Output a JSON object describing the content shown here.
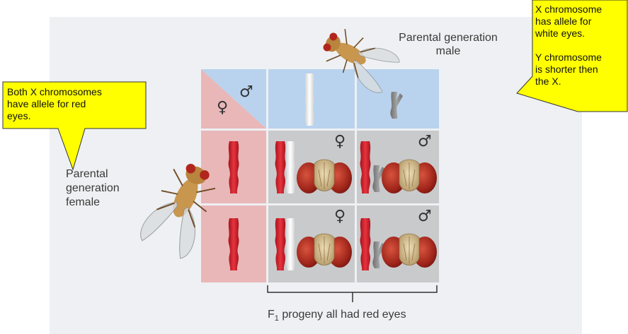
{
  "labels": {
    "male_parent": [
      "Parental generation",
      "male"
    ],
    "female_parent": [
      "Parental",
      "generation",
      "female"
    ],
    "progeny": {
      "prefix": "F",
      "subscript": "1",
      "suffix": " progeny all had red eyes"
    }
  },
  "callouts": {
    "left": [
      "Both X chromosomes",
      "have allele for red",
      "eyes."
    ],
    "right": [
      "X chromosome",
      "has allele for",
      "white eyes.",
      "",
      "Y chromosome",
      "is shorter then",
      "the X."
    ]
  },
  "symbols": {
    "male": "♂",
    "female": "♀"
  },
  "colors": {
    "callout_fill": "#ffff00",
    "female_header": "#e9b7b8",
    "male_header": "#b9d3ee",
    "offspring_cell": "#c9cacc",
    "red_chromosome": "#d92b35",
    "white_chromosome": "#f4f4f4",
    "y_chromosome": "#8a8a8a",
    "background_panel": "#eef0f3"
  },
  "icons": [
    "fruit-fly",
    "red-eye-fly-head"
  ]
}
